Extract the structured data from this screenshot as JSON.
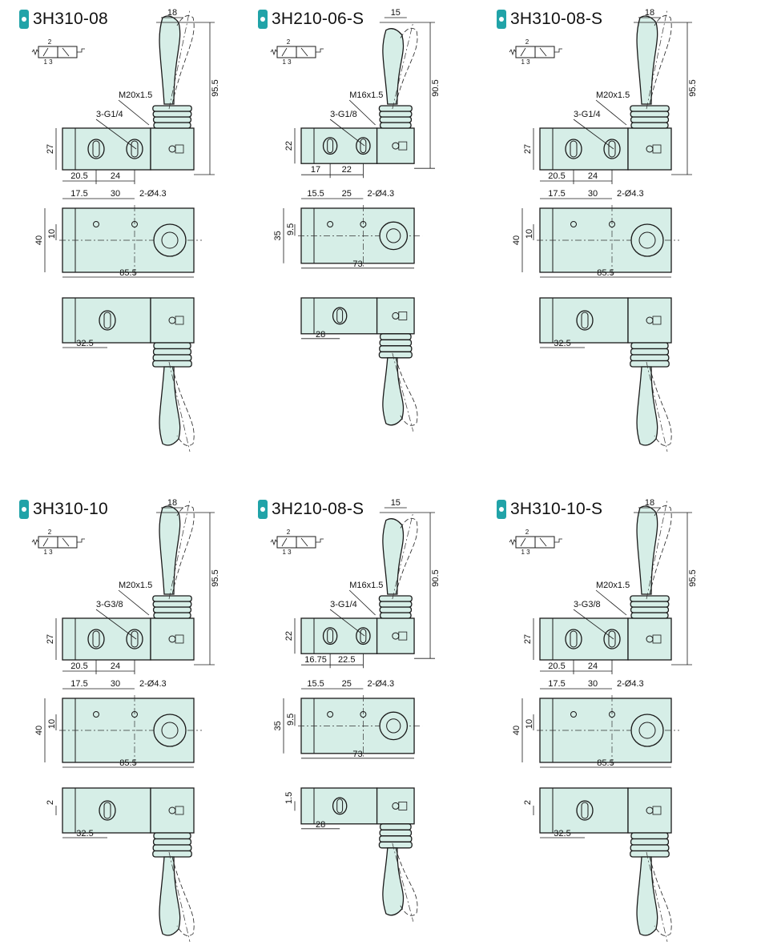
{
  "models": [
    {
      "title": "3H310-08",
      "symbol": {
        "top": "2",
        "bottom": "1  3"
      },
      "front": {
        "thread": "M20x1.5",
        "ports": "3-G1/4",
        "height": "95.5",
        "top_width": "18",
        "body_height": "27",
        "d1": "20.5",
        "d2": "24"
      },
      "top_view": {
        "a": "17.5",
        "b": "30",
        "holes": "2-Ø4.3",
        "height": "40",
        "offset": "10",
        "length": "85.5"
      },
      "bottom_view": {
        "offset": "",
        "length": "32.5"
      }
    },
    {
      "title": "3H210-06-S",
      "symbol": {
        "top": "2",
        "bottom": "1  3"
      },
      "front": {
        "thread": "M16x1.5",
        "ports": "3-G1/8",
        "height": "90.5",
        "top_width": "15",
        "body_height": "22",
        "d1": "17",
        "d2": "22"
      },
      "top_view": {
        "a": "15.5",
        "b": "25",
        "holes": "2-Ø4.3",
        "height": "35",
        "offset": "9.5",
        "length": "73"
      },
      "bottom_view": {
        "offset": "",
        "length": "28"
      }
    },
    {
      "title": "3H310-08-S",
      "symbol": {
        "top": "2",
        "bottom": "1  3"
      },
      "front": {
        "thread": "M20x1.5",
        "ports": "3-G1/4",
        "height": "95.5",
        "top_width": "18",
        "body_height": "27",
        "d1": "20.5",
        "d2": "24"
      },
      "top_view": {
        "a": "17.5",
        "b": "30",
        "holes": "2-Ø4.3",
        "height": "40",
        "offset": "10",
        "length": "85.5"
      },
      "bottom_view": {
        "offset": "",
        "length": "32.5"
      }
    },
    {
      "title": "3H310-10",
      "symbol": {
        "top": "2",
        "bottom": "1  3"
      },
      "front": {
        "thread": "M20x1.5",
        "ports": "3-G3/8",
        "height": "95.5",
        "top_width": "18",
        "body_height": "27",
        "d1": "20.5",
        "d2": "24"
      },
      "top_view": {
        "a": "17.5",
        "b": "30",
        "holes": "2-Ø4.3",
        "height": "40",
        "offset": "10",
        "length": "85.5"
      },
      "bottom_view": {
        "offset": "2",
        "length": "32.5"
      }
    },
    {
      "title": "3H210-08-S",
      "symbol": {
        "top": "2",
        "bottom": "1  3"
      },
      "front": {
        "thread": "M16x1.5",
        "ports": "3-G1/4",
        "height": "90.5",
        "top_width": "15",
        "body_height": "22",
        "d1": "16.75",
        "d2": "22.5"
      },
      "top_view": {
        "a": "15.5",
        "b": "25",
        "holes": "2-Ø4.3",
        "height": "35",
        "offset": "9.5",
        "length": "73"
      },
      "bottom_view": {
        "offset": "1.5",
        "length": "28"
      }
    },
    {
      "title": "3H310-10-S",
      "symbol": {
        "top": "2",
        "bottom": "1  3"
      },
      "front": {
        "thread": "M20x1.5",
        "ports": "3-G3/8",
        "height": "95.5",
        "top_width": "18",
        "body_height": "27",
        "d1": "20.5",
        "d2": "24"
      },
      "top_view": {
        "a": "17.5",
        "b": "30",
        "holes": "2-Ø4.3",
        "height": "40",
        "offset": "10",
        "length": "85.5"
      },
      "bottom_view": {
        "offset": "2",
        "length": "32.5"
      }
    }
  ],
  "colors": {
    "body_fill": "#d6eee7",
    "accent": "#21a3a8",
    "line": "#1a1a1a"
  }
}
